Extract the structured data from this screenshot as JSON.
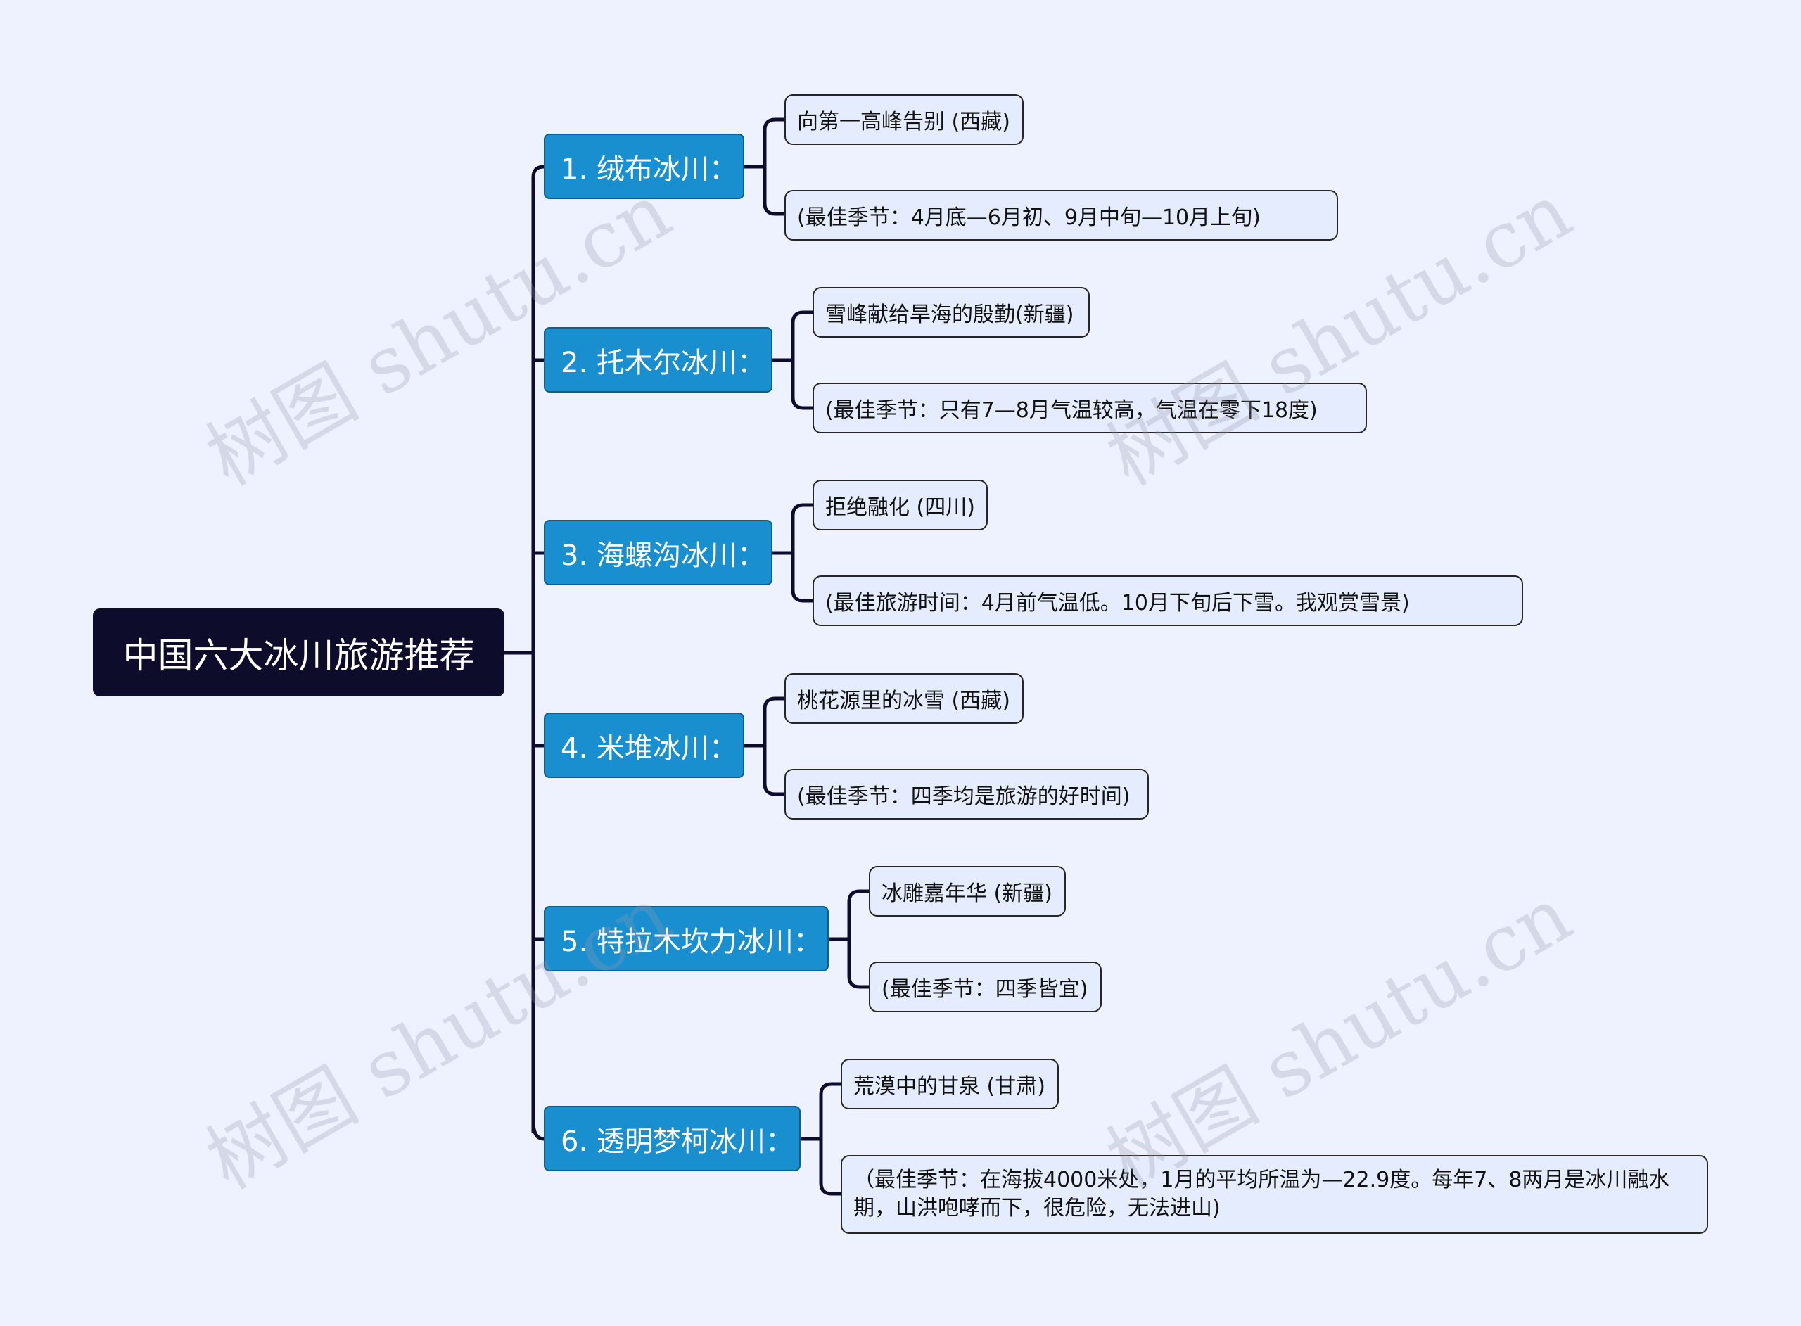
{
  "root": {
    "title": "中国六大冰川旅游推荐"
  },
  "branches": [
    {
      "label": "1. 绒布冰川：",
      "items": [
        "向第一高峰告别 (西藏)",
        "(最佳季节：4月底—6月初、9月中旬—10月上旬)"
      ]
    },
    {
      "label": "2. 托木尔冰川：",
      "items": [
        "雪峰献给旱海的殷勤(新疆)",
        "(最佳季节：只有7—8月气温较高，气温在零下18度)"
      ]
    },
    {
      "label": "3. 海螺沟冰川：",
      "items": [
        "拒绝融化 (四川)",
        "(最佳旅游时间：4月前气温低。10月下旬后下雪。我观赏雪景)"
      ]
    },
    {
      "label": "4. 米堆冰川：",
      "items": [
        "桃花源里的冰雪 (西藏)",
        "(最佳季节：四季均是旅游的好时间)"
      ]
    },
    {
      "label": "5. 特拉木坎力冰川：",
      "items": [
        "冰雕嘉年华 (新疆)",
        "(最佳季节：四季皆宜)"
      ]
    },
    {
      "label": "6. 透明梦柯冰川：",
      "items": [
        "荒漠中的甘泉 (甘肃)",
        "（最佳季节：在海拔4000米处，1月的平均所温为—22.9度。每年7、8两月是冰川融水期，山洪咆哮而下，很危险，无法进山)"
      ]
    }
  ],
  "watermark": "树图 shutu.cn",
  "colors": {
    "background": "#edf2fe",
    "root": "#0d0c2b",
    "branch": "#1a8fd0",
    "leaf": "#e4ecfd",
    "line": "#0d0c2b"
  }
}
